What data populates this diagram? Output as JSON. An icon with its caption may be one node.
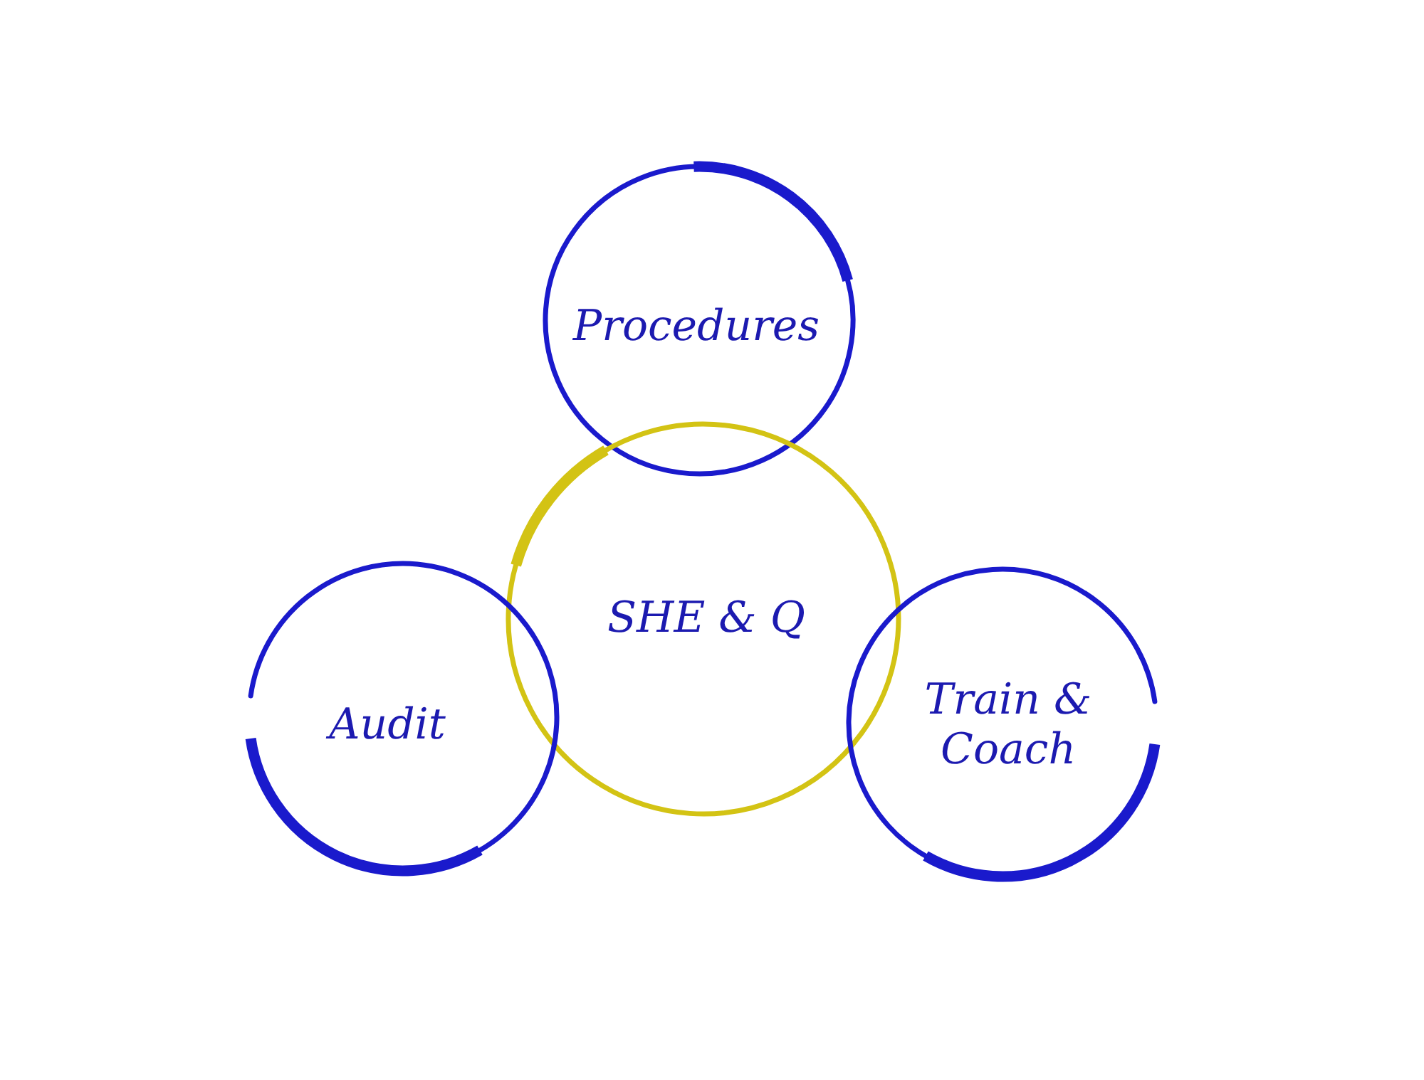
{
  "diagram": {
    "nodes": [
      {
        "text": [
          "Procedures"
        ]
      },
      {
        "text": [
          "SHE & Q"
        ]
      },
      {
        "text": [
          "Audit"
        ]
      },
      {
        "text": [
          "Train & Coach"
        ]
      }
    ]
  }
}
